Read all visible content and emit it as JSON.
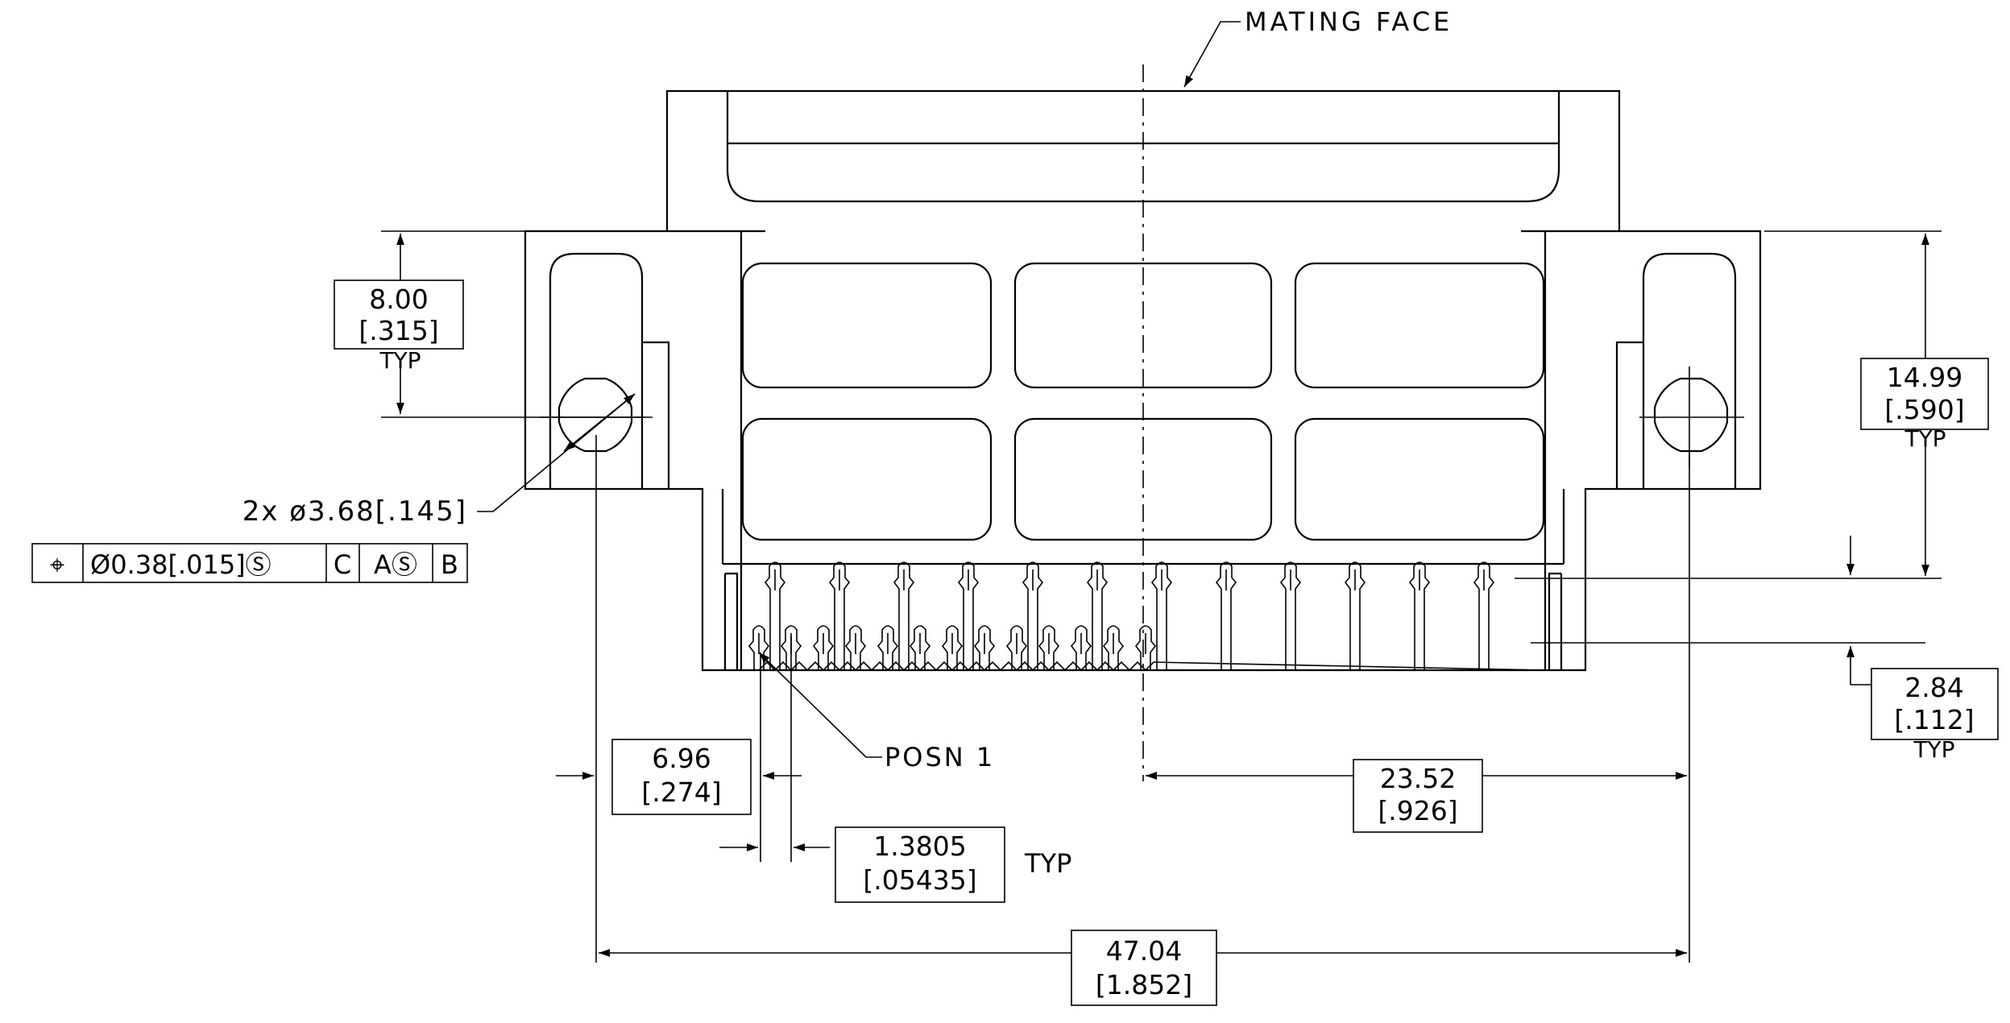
{
  "labels": {
    "mating_face": "MATING FACE",
    "posn_1": "POSN 1",
    "hole_callout": "2x  ø3.68[.145]"
  },
  "feature_control_frame": {
    "symbol": "⌖",
    "tolerance": "Ø0.38[.015]Ⓢ",
    "datum_1": "C",
    "datum_2": "AⓈ",
    "datum_3": "B"
  },
  "dimensions": {
    "d_8_00": {
      "mm": "8.00",
      "in": "[.315]",
      "note": "TYP"
    },
    "d_14_99": {
      "mm": "14.99",
      "in": "[.590]",
      "note": "TYP"
    },
    "d_2_84": {
      "mm": "2.84",
      "in": "[.112]",
      "note": "TYP"
    },
    "d_6_96": {
      "mm": "6.96",
      "in": "[.274]"
    },
    "d_1_3805": {
      "mm": "1.3805",
      "in": "[.05435]",
      "note": "TYP"
    },
    "d_23_52": {
      "mm": "23.52",
      "in": "[.926]"
    },
    "d_47_04": {
      "mm": "47.04",
      "in": "[1.852]"
    }
  },
  "pins": {
    "upper_row_count": 12,
    "lower_row_count": 13
  }
}
